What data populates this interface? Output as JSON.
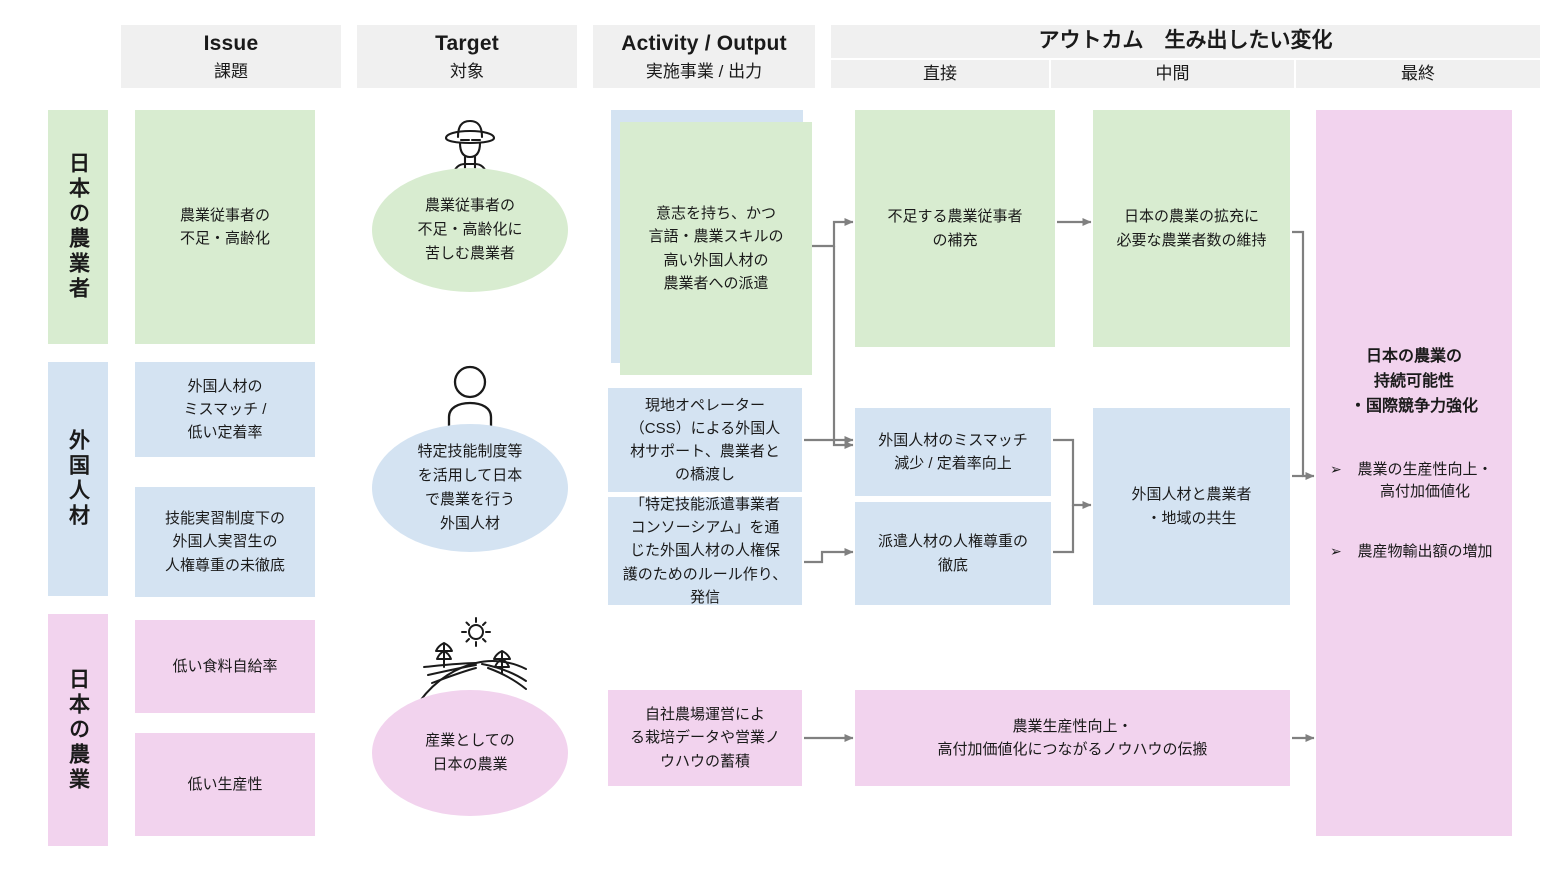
{
  "header": {
    "columns": [
      {
        "en": "Issue",
        "jp": "課題"
      },
      {
        "en": "Target",
        "jp": "対象"
      },
      {
        "en": "Activity / Output",
        "jp": "実施事業 / 出力"
      }
    ],
    "outcome_title": "アウトカム　生み出したい変化",
    "outcome_subs": [
      "直接",
      "中間",
      "最終"
    ]
  },
  "rows": [
    {
      "label": "日本の農業者",
      "color": "#d8ecd0"
    },
    {
      "label": "外国人材",
      "color": "#d4e3f2"
    },
    {
      "label": "日本の農業",
      "color": "#f2d3ee"
    }
  ],
  "issues": [
    {
      "text": "農業従事者の\n不足・高齢化",
      "color": "green"
    },
    {
      "text": "外国人材の\nミスマッチ /\n低い定着率",
      "color": "blue"
    },
    {
      "text": "技能実習制度下の\n外国人実習生の\n人権尊重の未徹底",
      "color": "blue"
    },
    {
      "text": "低い食料自給率",
      "color": "pink"
    },
    {
      "text": "低い生産性",
      "color": "pink"
    }
  ],
  "targets": [
    {
      "text": "農業従事者の\n不足・高齢化に\n苦しむ農業者",
      "icon": "farmer-icon",
      "color": "green"
    },
    {
      "text": "特定技能制度等\nを活用して日本\nで農業を行う\n外国人材",
      "icon": "person-icon",
      "color": "blue"
    },
    {
      "text": "産業としての\n日本の農業",
      "icon": "farmland-sun-icon",
      "color": "pink"
    }
  ],
  "activities": [
    {
      "text": "意志を持ち、かつ\n言語・農業スキルの\n高い外国人材の\n農業者への派遣",
      "color": "green",
      "stacked": true
    },
    {
      "text": "現地オペレーター\n（CSS）による外国人\n材サポート、農業者と\nの橋渡し",
      "color": "blue"
    },
    {
      "text": "「特定技能派遣事業者\nコンソーシアム」を通\nじた外国人材の人権保\n護のためのルール作り、\n発信",
      "color": "blue"
    },
    {
      "text": "自社農場運営によ\nる栽培データや営業ノ\nウハウの蓄積",
      "color": "pink"
    }
  ],
  "direct_outcomes": [
    {
      "text": "不足する農業従事者\nの補充",
      "color": "green"
    },
    {
      "text": "外国人材のミスマッチ\n減少 / 定着率向上",
      "color": "blue"
    },
    {
      "text": "派遣人材の人権尊重の\n徹底",
      "color": "blue"
    }
  ],
  "intermediate_outcomes": [
    {
      "text": "日本の農業の拡充に\n必要な農業者数の維持",
      "color": "green"
    },
    {
      "text": "外国人材と農業者\n・地域の共生",
      "color": "blue"
    },
    {
      "text": "農業生産性向上・\n高付加価値化につながるノウハウの伝搬",
      "color": "pink"
    }
  ],
  "final_outcome": {
    "title": "日本の農業の\n持続可能性\n・国際競争力強化",
    "bullet_mark": "➢",
    "bullets": [
      "農業の生産性向上・\n高付加価値化",
      "農産物輸出額の増加"
    ],
    "color": "pink"
  },
  "colors": {
    "green": "#d8ecd0",
    "blue": "#d4e3f2",
    "pink": "#f2d3ee",
    "header_bg": "#f0f0f0",
    "connector": "#808080",
    "text": "#1a1a1a"
  }
}
